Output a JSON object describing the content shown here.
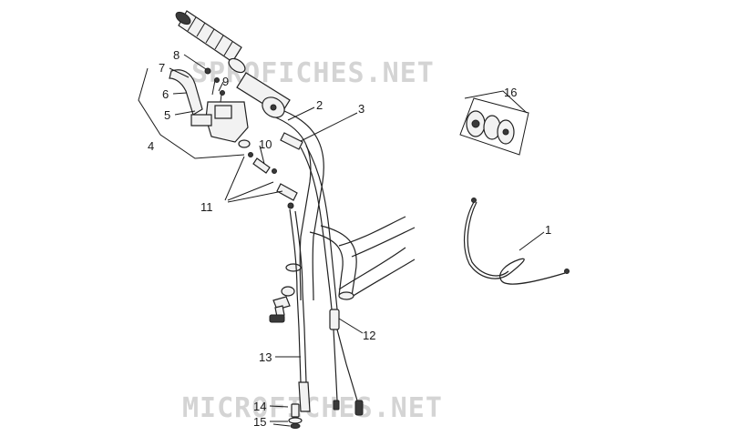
{
  "watermarks": {
    "top": "SPROFICHES.NET",
    "bottom": "MICROFICHES.NET"
  },
  "callouts": [
    "1",
    "2",
    "3",
    "4",
    "5",
    "6",
    "7",
    "8",
    "9",
    "10",
    "11",
    "12",
    "13",
    "14",
    "15",
    "16"
  ],
  "colors": {
    "lines": "#1a1a1a",
    "watermark": "#d4d4d4",
    "background": "#ffffff"
  }
}
